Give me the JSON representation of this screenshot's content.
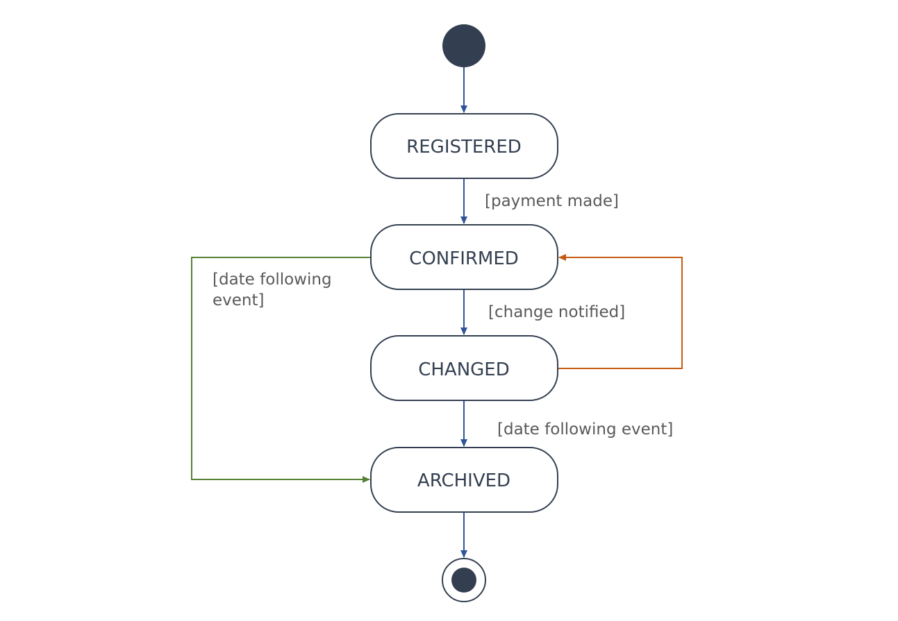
{
  "diagram": {
    "states": {
      "registered": "REGISTERED",
      "confirmed": "CONFIRMED",
      "changed": "CHANGED",
      "archived": "ARCHIVED"
    },
    "guards": {
      "payment_made": "[payment made]",
      "change_notified": "[change notified]",
      "date_following_event": "[date following event]",
      "date_following_event_skip_line1": "[date following",
      "date_following_event_skip_line2": "event]"
    },
    "colors": {
      "node_fill": "#333f50",
      "node_stroke": "#333f50",
      "main_flow": "#2f5597",
      "skip_flow": "#548235",
      "loop_flow": "#c55a11",
      "guard_text": "#595959"
    }
  }
}
